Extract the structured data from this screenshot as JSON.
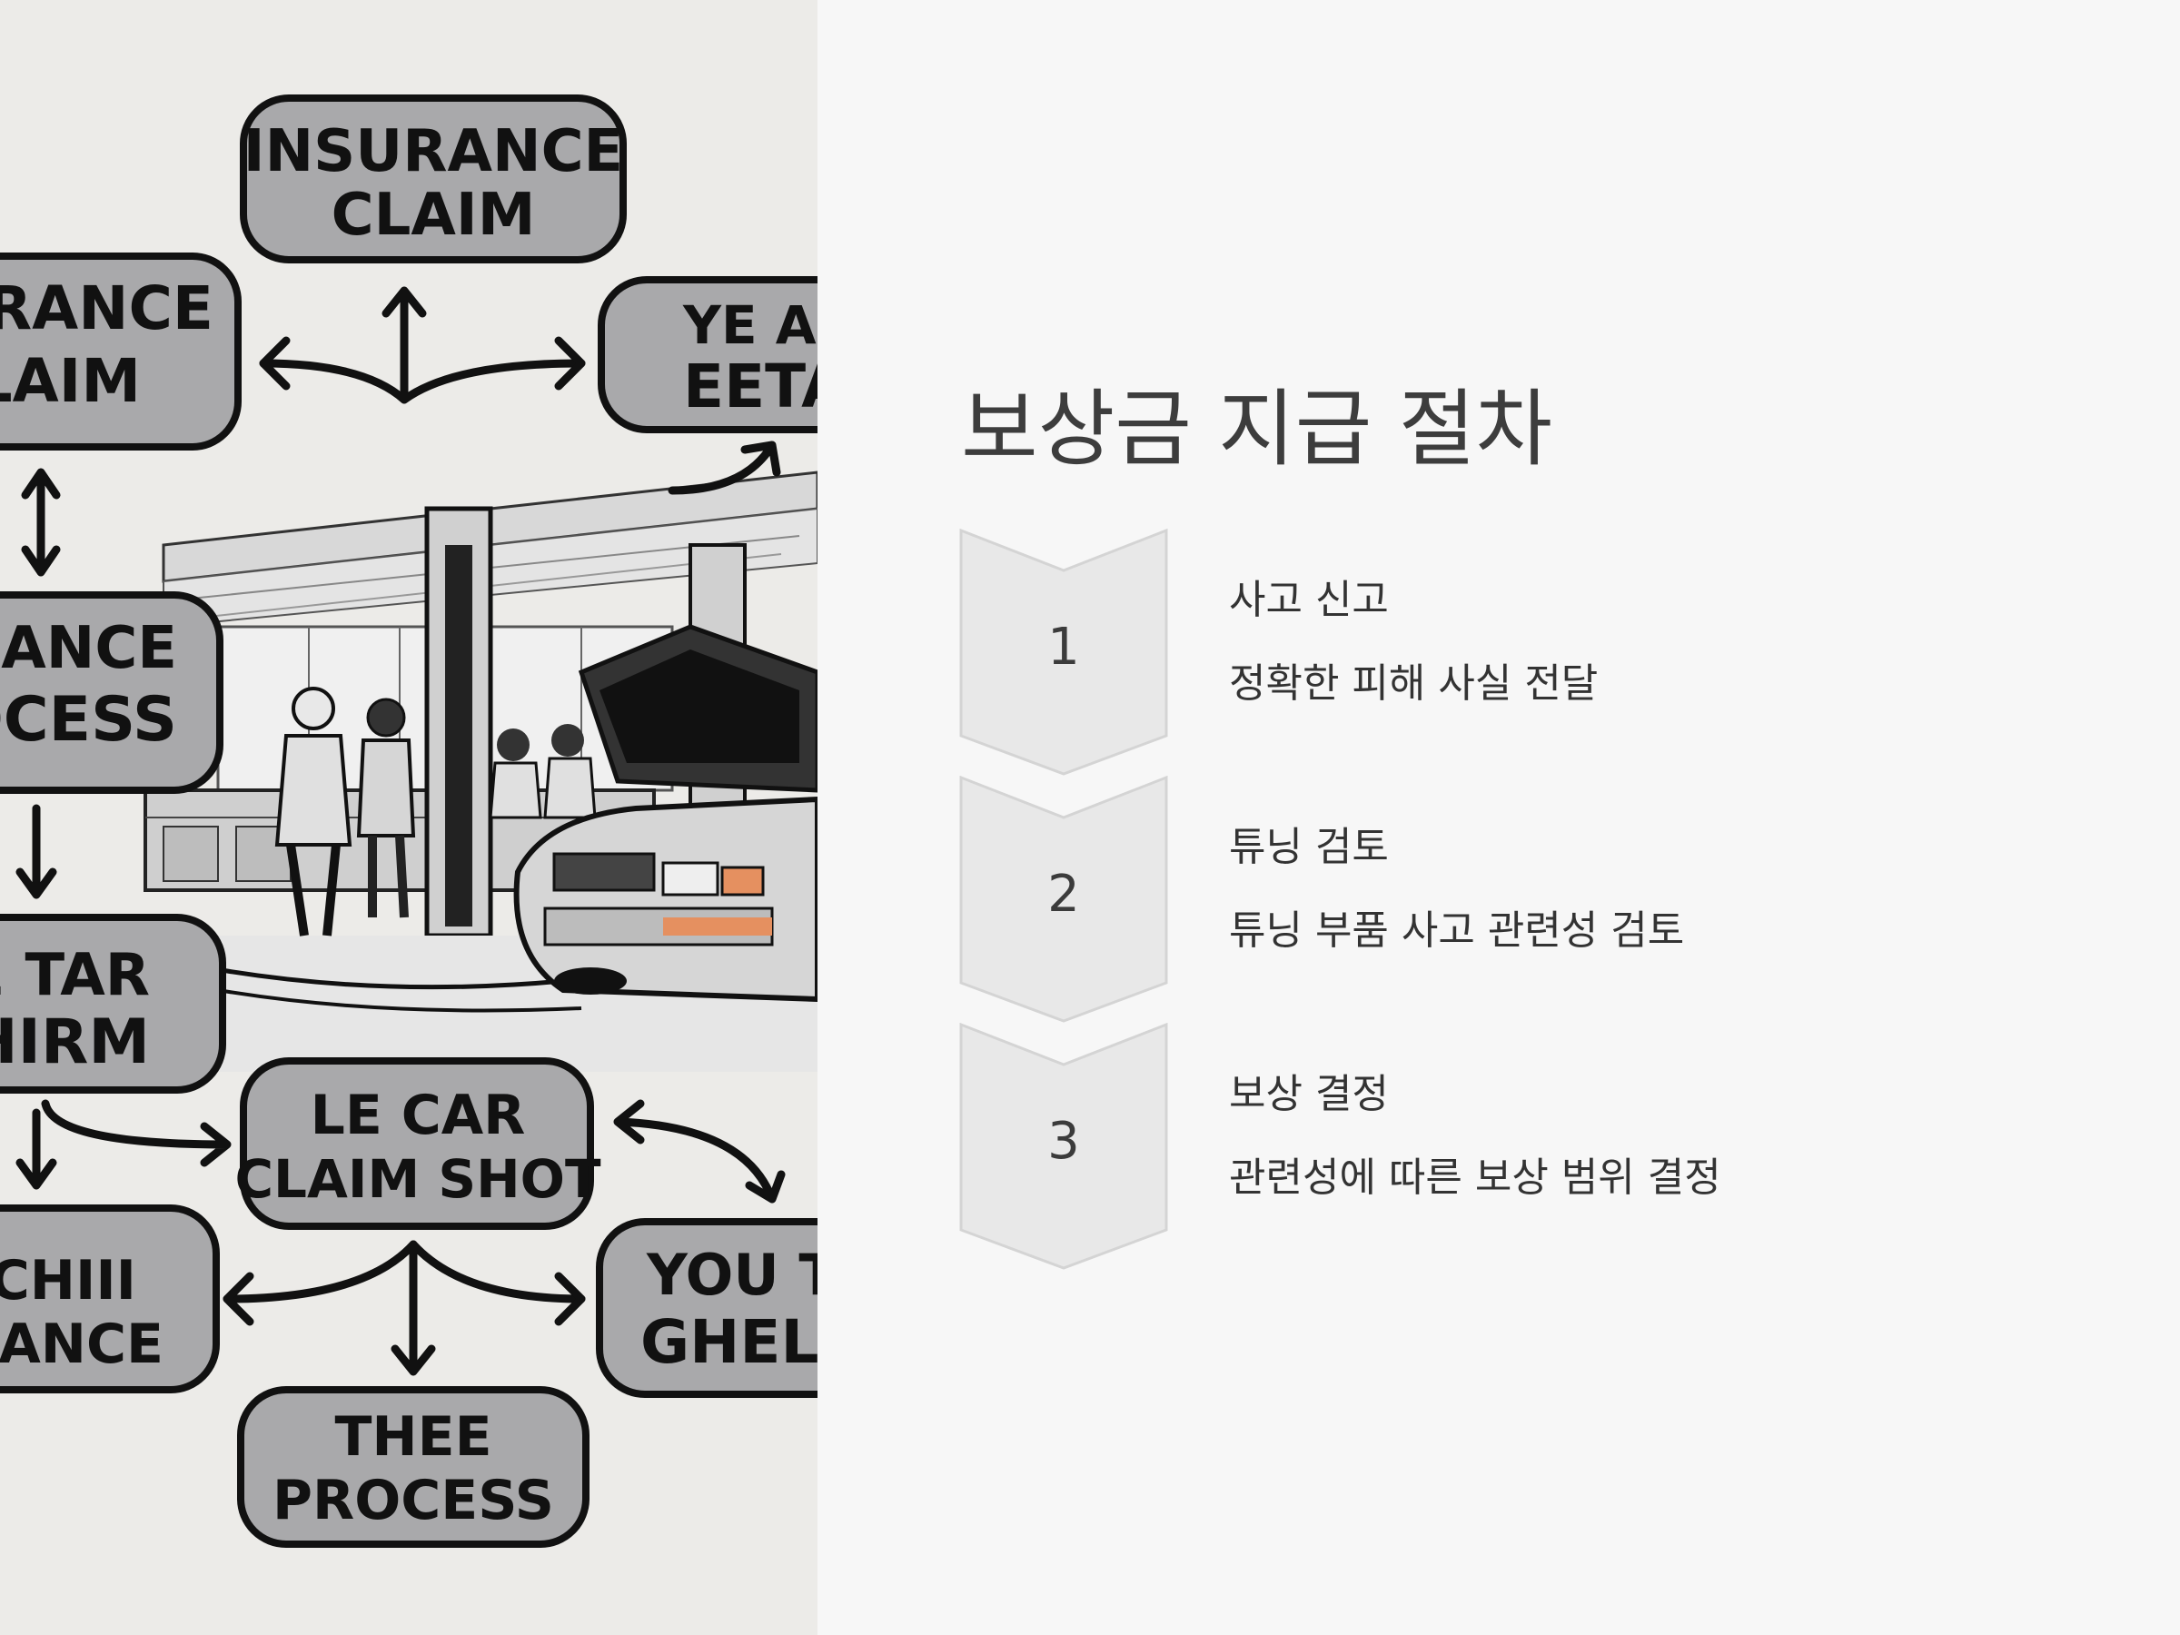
{
  "slide": {
    "title": "보상금 지급 절차"
  },
  "illustration": {
    "bubbles": [
      {
        "line1": "INSURANCE",
        "line2": "CLAIM"
      },
      {
        "line1": "URANCE",
        "line2": "LAIM"
      },
      {
        "line1": "YE AN",
        "line2": "EETA"
      },
      {
        "line1": "URANCE",
        "line2": "OCESS"
      },
      {
        "line1": "E TAR",
        "line2": "HIRM"
      },
      {
        "line1": "LE CAR",
        "line2": "CLAIM SHOT"
      },
      {
        "line1": "CHIII",
        "line2": "MANCE"
      },
      {
        "line1": "YOU TI",
        "line2": "GHELA"
      },
      {
        "line1": "THEE",
        "line2": "PROCESS"
      }
    ]
  },
  "steps": [
    {
      "number": "1",
      "title": "사고 신고",
      "description": "정확한 피해 사실 전달"
    },
    {
      "number": "2",
      "title": "튜닝 검토",
      "description": "튜닝 부품 사고 관련성 검토"
    },
    {
      "number": "3",
      "title": "보상 결정",
      "description": "관련성에 따른 보상 범위 결정"
    }
  ],
  "colors": {
    "background": "#f7f7f7",
    "chevron_fill": "#e8e8e8",
    "chevron_stroke": "#d4d4d4",
    "text": "#333333"
  }
}
